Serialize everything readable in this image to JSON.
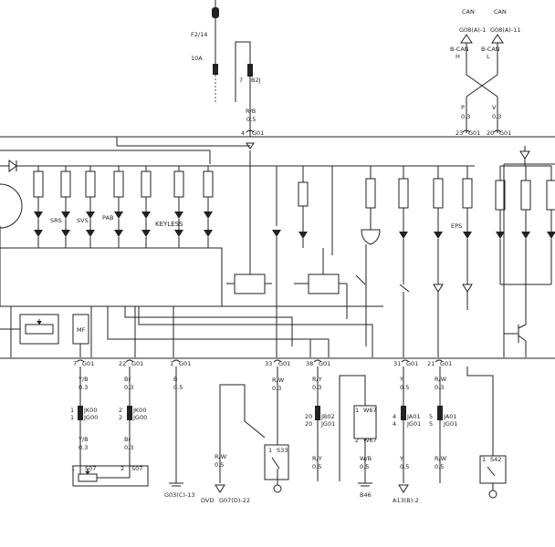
{
  "fuse": {
    "name": "F2/14",
    "rating": "10A"
  },
  "top_connector": {
    "pin": "7",
    "id": "B2J"
  },
  "supply_wire": {
    "color": "R/B",
    "gauge": "0.5",
    "pin": "4",
    "connector": "G01"
  },
  "can": {
    "label_left": "CAN",
    "label_right": "CAN",
    "connector_left": "G08(A)-1",
    "connector_right": "G08(A)-11",
    "line_left": "B-CAN",
    "line_right": "B-CAN",
    "side_left": "H",
    "side_right": "L",
    "wire_left_color": "P",
    "wire_left_gauge": "0.3",
    "wire_right_color": "V",
    "wire_right_gauge": "0.3",
    "pin_left": "23",
    "conn_left": "G01",
    "pin_right": "20",
    "conn_right": "G01"
  },
  "indicators": {
    "srs": "SRS",
    "svs": "SVS",
    "pab": "PAB",
    "keyless": "KEYLESS",
    "eps": "EPS"
  },
  "meter_label": "MF",
  "bottom_pins": {
    "p7": "7",
    "c7": "G01",
    "p22": "22",
    "c22": "G01",
    "p1": "1",
    "c1": "G01",
    "p33": "33",
    "c33": "G01",
    "p38": "38",
    "c38": "G01",
    "p31": "31",
    "c31": "G01",
    "p21": "21",
    "c21": "G01"
  },
  "wires": {
    "yb": "Y/B",
    "yb_g": "0.3",
    "br": "Br",
    "br_g": "0.3",
    "b": "B",
    "b_g": "0.5",
    "rw": "R/W",
    "rw_g": "0.3",
    "ry": "R/Y",
    "ry_g": "0.3",
    "y": "Y",
    "y_g": "0.5",
    "rw2": "R/W",
    "rw2_g": "0.3"
  },
  "mid_connectors": {
    "jk00_p": "1",
    "jk00": "JK00",
    "jg00_p": "1",
    "jg00": "JG00",
    "jk00b_p": "2",
    "jk00b": "JK00",
    "jg00b_p": "2",
    "jg00b": "JG00",
    "jb02_p": "20",
    "jb02": "JB02",
    "jg01_p": "20",
    "jg01": "JG01",
    "ja01_p": "4",
    "ja01": "JA01",
    "jg01b_p": "4",
    "jg01b": "JG01",
    "ja01c_p": "5",
    "ja01c": "JA01",
    "jg01c_p": "5",
    "jg01c": "JG01",
    "w67_p": "1",
    "w67": "W67",
    "w67b_p": "2",
    "w67b": "W67"
  },
  "lower_wires": {
    "yb": "Y/B",
    "yb_g": "0.3",
    "br": "Br",
    "br_g": "0.3",
    "rw": "R/W",
    "rw_g": "0.5",
    "ry": "R/Y",
    "ry_g": "0.5",
    "wb": "W/B",
    "wb_g": "0.5",
    "y": "Y",
    "y_g": "0.5",
    "rw2": "R/W",
    "rw2_g": "0.5"
  },
  "sensor": {
    "p1": "1",
    "c1": "S07",
    "p2": "2",
    "c2": "S07"
  },
  "switches": {
    "s33_p": "1",
    "s33": "S33",
    "s42_p": "1",
    "s42": "S42"
  },
  "grounds": {
    "g03": "G03(C)-13",
    "dvd": "DVD",
    "g07": "G07(D)-22",
    "b46": "B46",
    "a13": "A13(B)-2"
  }
}
